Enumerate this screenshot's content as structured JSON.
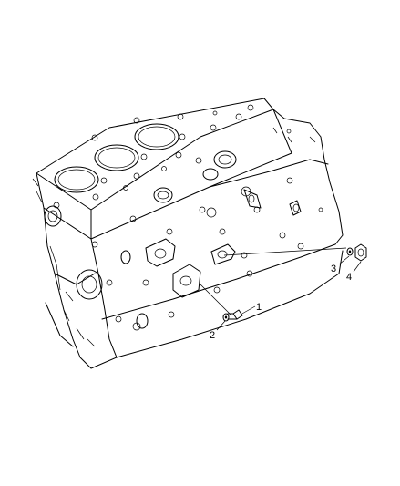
{
  "callouts": [
    {
      "id": "callout-1",
      "label": "1"
    },
    {
      "id": "callout-2",
      "label": "2"
    },
    {
      "id": "callout-3",
      "label": "3"
    },
    {
      "id": "callout-4",
      "label": "4"
    }
  ],
  "parts": [
    {
      "callout": "1",
      "icon": "bolt-icon"
    },
    {
      "callout": "2",
      "icon": "washer-icon"
    },
    {
      "callout": "3",
      "icon": "washer-icon"
    },
    {
      "callout": "4",
      "icon": "plug-icon"
    }
  ]
}
